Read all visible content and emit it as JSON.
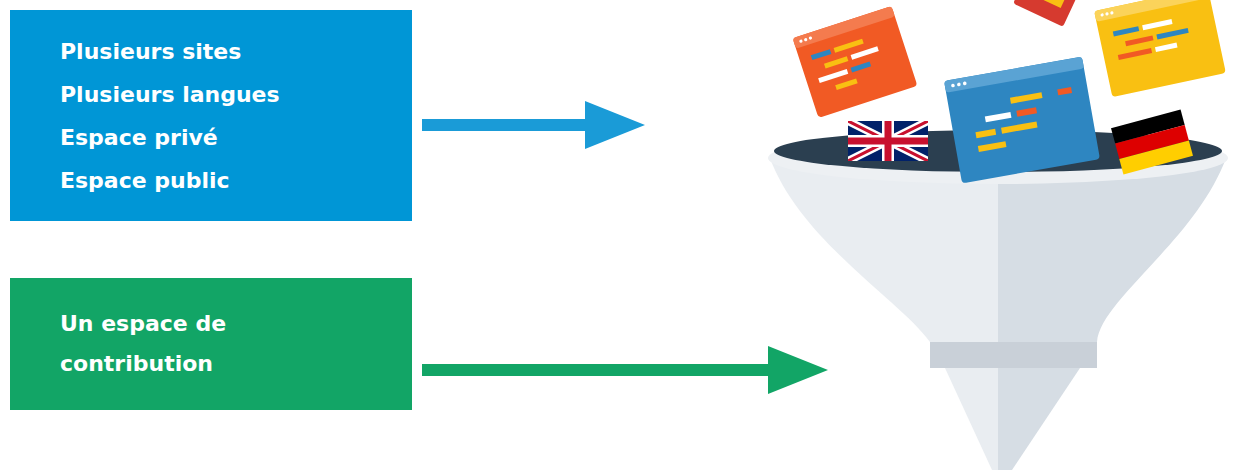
{
  "diagram": {
    "nodes": [
      {
        "text": [
          "Plusieurs sites",
          "Plusieurs langues",
          "Espace privé",
          "Espace public"
        ]
      },
      {
        "text": [
          "Un espace de contribution"
        ]
      }
    ]
  }
}
